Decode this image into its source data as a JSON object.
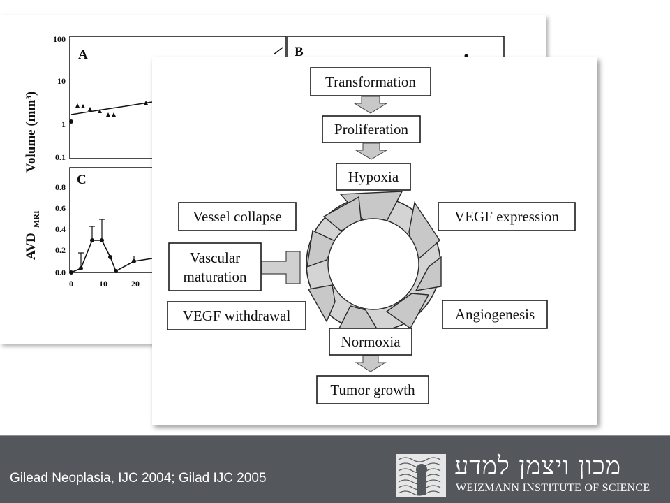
{
  "back_figure": {
    "panel_a_label": "A",
    "panel_b_label": "B",
    "panel_c_label": "C",
    "volume_axis_label": "Volume (mm³)",
    "avd_axis_label": "AVD",
    "avd_axis_subscript": "MRI",
    "volume_ticks": [
      "100",
      "10",
      "1",
      "0.1"
    ],
    "avd_ticks": [
      "0.8",
      "0.6",
      "0.4",
      "0.2",
      "0.0"
    ],
    "x_ticks": [
      "0",
      "10",
      "20"
    ]
  },
  "diagram": {
    "nodes": {
      "transformation": "Transformation",
      "proliferation": "Proliferation",
      "hypoxia": "Hypoxia",
      "vegf_expression": "VEGF expression",
      "angiogenesis": "Angiogenesis",
      "normoxia": "Normoxia",
      "tumor_growth": "Tumor growth",
      "vegf_withdrawal": "VEGF withdrawal",
      "vascular_maturation_line1": "Vascular",
      "vascular_maturation_line2": "maturation",
      "vessel_collapse": "Vessel collapse"
    }
  },
  "footer": {
    "citation": "Gilead Neoplasia, IJC 2004; Gilad IJC 2005",
    "logo_hebrew": "מכון ויצמן למדע",
    "logo_english": "WEIZMANN INSTITUTE OF SCIENCE"
  },
  "colors": {
    "footer_bg": "#54575b",
    "cycle_fill": "#d4d4d4",
    "arrow_fill": "#c8c8c8"
  }
}
